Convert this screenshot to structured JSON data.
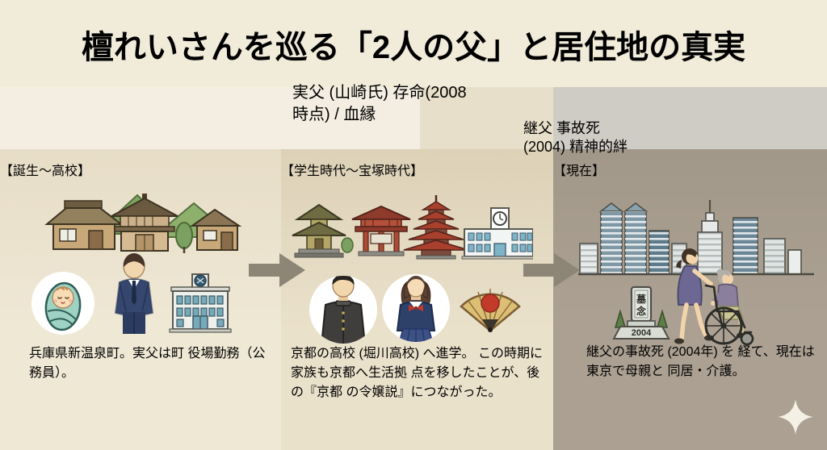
{
  "title": "檀れいさんを巡る「2人の父」と居住地の真実",
  "callouts": {
    "real_father": "実父 (山崎氏)\n存命(2008時点) / 血縁",
    "step_father": "継父\n事故死 (2004)\n精神的絆"
  },
  "panels": [
    {
      "id": "birth-to-highschool",
      "header": "【誕生〜高校】",
      "body": "兵庫県新温泉町。実父は町\n役場勤務（公務員）。",
      "icon_names": [
        "village-houses-illustration",
        "baby-icon",
        "father-in-suit-icon",
        "town-hall-icon"
      ]
    },
    {
      "id": "student-to-takarazuka",
      "header": "【学生時代〜宝塚時代】",
      "body": "京都の高校 (堀川高校) へ進学。\nこの時期に家族も京都へ生活拠\n点を移したことが、後の『京都\nの令嬢説』につながった。",
      "icon_names": [
        "kyoto-temples-illustration",
        "male-student-icon",
        "female-student-icon",
        "folding-fan-icon"
      ]
    },
    {
      "id": "present",
      "header": "【現在】",
      "body": "継父の事故死 (2004年) を\n経て、現在は東京で母親と\n同居・介護。",
      "icon_names": [
        "tokyo-skyline-illustration",
        "gravestone-icon",
        "caregiver-wheelchair-icon",
        "sparkle-icon"
      ]
    }
  ],
  "grave": {
    "stone_char_top": "墓",
    "stone_char_bottom": "念",
    "year": "2004"
  },
  "misc_icons": {
    "flow_arrow": "right-arrow-icon",
    "sparkle": "sparkle-icon"
  },
  "colors": {
    "title_text": "#161614",
    "panel1_bg": "#ece3cf",
    "panel2_bg": "#e2d7c0",
    "panel3_bg": "#a89d8e",
    "callout_border": "#4a4a46",
    "arrow": "#8d8676",
    "dash": "#90908a",
    "fan_red": "#c13a2a",
    "suit_navy": "#35476e",
    "swaddle_teal": "#9ed2c4"
  }
}
